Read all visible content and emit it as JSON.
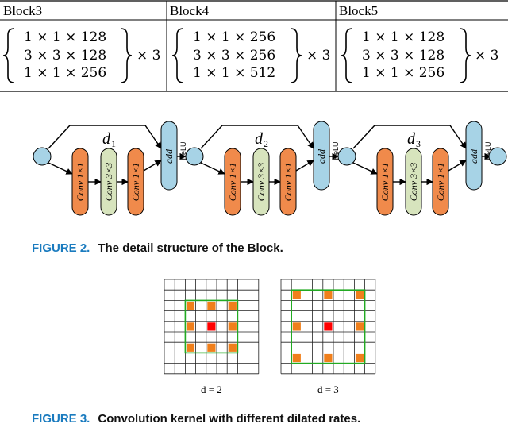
{
  "table": {
    "headers": [
      "Block3",
      "Block4",
      "Block5"
    ],
    "blocks": [
      {
        "rows": [
          "1 × 1 × 128",
          "3 × 3 × 128",
          "1 × 1 × 256"
        ],
        "repeat": "× 3"
      },
      {
        "rows": [
          "1 × 1 × 256",
          "3 × 3 × 256",
          "1 × 1 × 512"
        ],
        "repeat": "× 3"
      },
      {
        "rows": [
          "1 × 1 × 128",
          "3 × 3 × 128",
          "1 × 1 × 256"
        ],
        "repeat": "× 3"
      }
    ]
  },
  "figure2": {
    "units": [
      {
        "d": "d",
        "d_sub": "1"
      },
      {
        "d": "d",
        "d_sub": "2"
      },
      {
        "d": "d",
        "d_sub": "3"
      }
    ],
    "conv_first": "Conv 1×1",
    "conv_mid": "Conv 3×3",
    "conv_last": "Conv 1×1",
    "add": "add",
    "relu": "ReLU",
    "caption_number": "FIGURE 2.",
    "caption_text": "The detail structure of the Block.",
    "colors": {
      "orange": "#f08a4b",
      "green": "#d7e4bd",
      "blue": "#a7d3e6",
      "circle": "#a7d3e6"
    }
  },
  "figure3": {
    "grids": [
      {
        "label": "d = 2"
      },
      {
        "label": "d = 3"
      }
    ],
    "caption_number": "FIGURE 3.",
    "caption_text": "Convolution kernel with different dilated rates.",
    "colors": {
      "center": "#ff0000",
      "tap": "#f07f1b",
      "box": "#22aa22"
    }
  }
}
